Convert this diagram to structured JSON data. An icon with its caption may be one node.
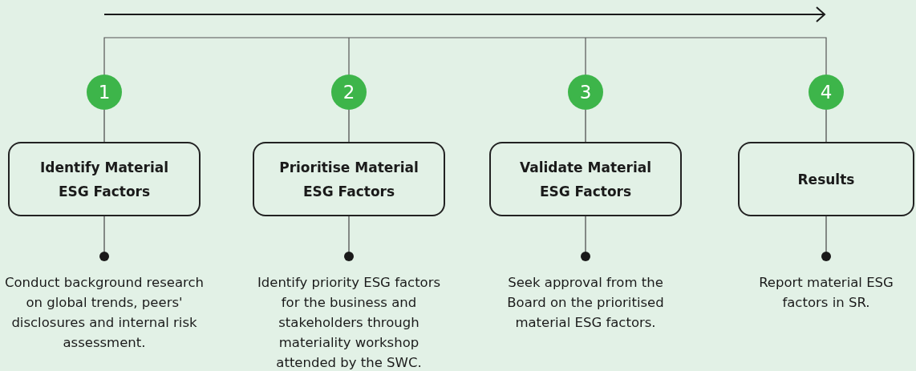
{
  "diagram": {
    "nodes": [
      {
        "text": [
          "1"
        ]
      },
      {
        "text": [
          "2"
        ]
      },
      {
        "text": [
          "3"
        ]
      },
      {
        "text": [
          "4"
        ]
      },
      {
        "text": [
          "Identify Material ESG Factors"
        ]
      },
      {
        "text": [
          "Prioritise Material ESG Factors"
        ]
      },
      {
        "text": [
          "Validate Material ESG Factors"
        ]
      },
      {
        "text": [
          "Results"
        ]
      },
      {
        "text": [
          "Conduct background research on global trends, peers' disclosures and internal risk assessment."
        ]
      },
      {
        "text": [
          "Identify priority ESG factors for the business and stakeholders through materiality workshop attended by the SWC."
        ]
      },
      {
        "text": [
          "Seek approval from the Board on the prioritised material ESG factors."
        ]
      },
      {
        "text": [
          "Report material ESG factors in SR."
        ]
      }
    ],
    "edges": [
      {
        "from": 0,
        "to": 4,
        "arrow": "none"
      },
      {
        "from": 1,
        "to": 5,
        "arrow": "none"
      },
      {
        "from": 2,
        "to": 6,
        "arrow": "none"
      },
      {
        "from": 3,
        "to": 7,
        "arrow": "none"
      },
      {
        "from": 4,
        "to": 8,
        "arrow": "other"
      },
      {
        "from": 5,
        "to": 9,
        "arrow": "other"
      },
      {
        "from": 6,
        "to": 10,
        "arrow": "other"
      },
      {
        "from": 7,
        "to": 11,
        "arrow": "other"
      }
    ]
  }
}
